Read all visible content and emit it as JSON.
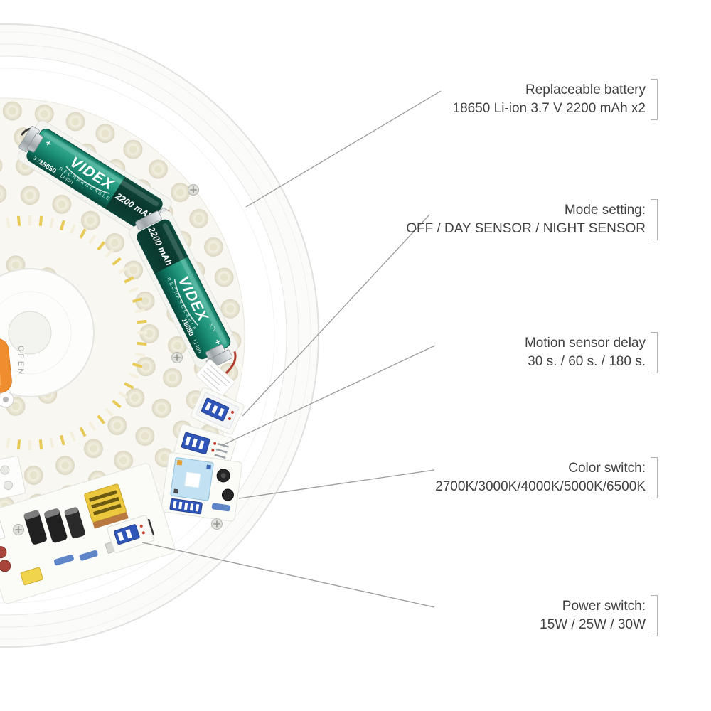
{
  "callouts": [
    {
      "title": "Replaceable battery",
      "value": "18650 Li-ion 3.7 V 2200 mAh x2"
    },
    {
      "title": "Mode setting:",
      "value": "OFF / DAY SENSOR / NIGHT SENSOR"
    },
    {
      "title": "Motion sensor delay",
      "value": "30 s. / 60 s. / 180 s."
    },
    {
      "title": "Color switch:",
      "value": "2700K/3000K/4000K/5000K/6500K"
    },
    {
      "title": "Power switch:",
      "value": "15W / 25W / 30W"
    }
  ],
  "battery": {
    "brand": "VIDEX",
    "recharge": "RECHARGEABLE",
    "size": "18650",
    "chemistry": "Li-Ion",
    "capacity": "2200 mAh",
    "voltage": "3.7V",
    "polarity": "+"
  },
  "lamp": {
    "open_label": "OPEN"
  },
  "colors": {
    "battery_teal": "#1f937a",
    "accent_orange": "#ef8d2f",
    "leader_line": "#9b9b9b",
    "text": "#414141",
    "dip_switch_blue": "#2f55b8"
  }
}
